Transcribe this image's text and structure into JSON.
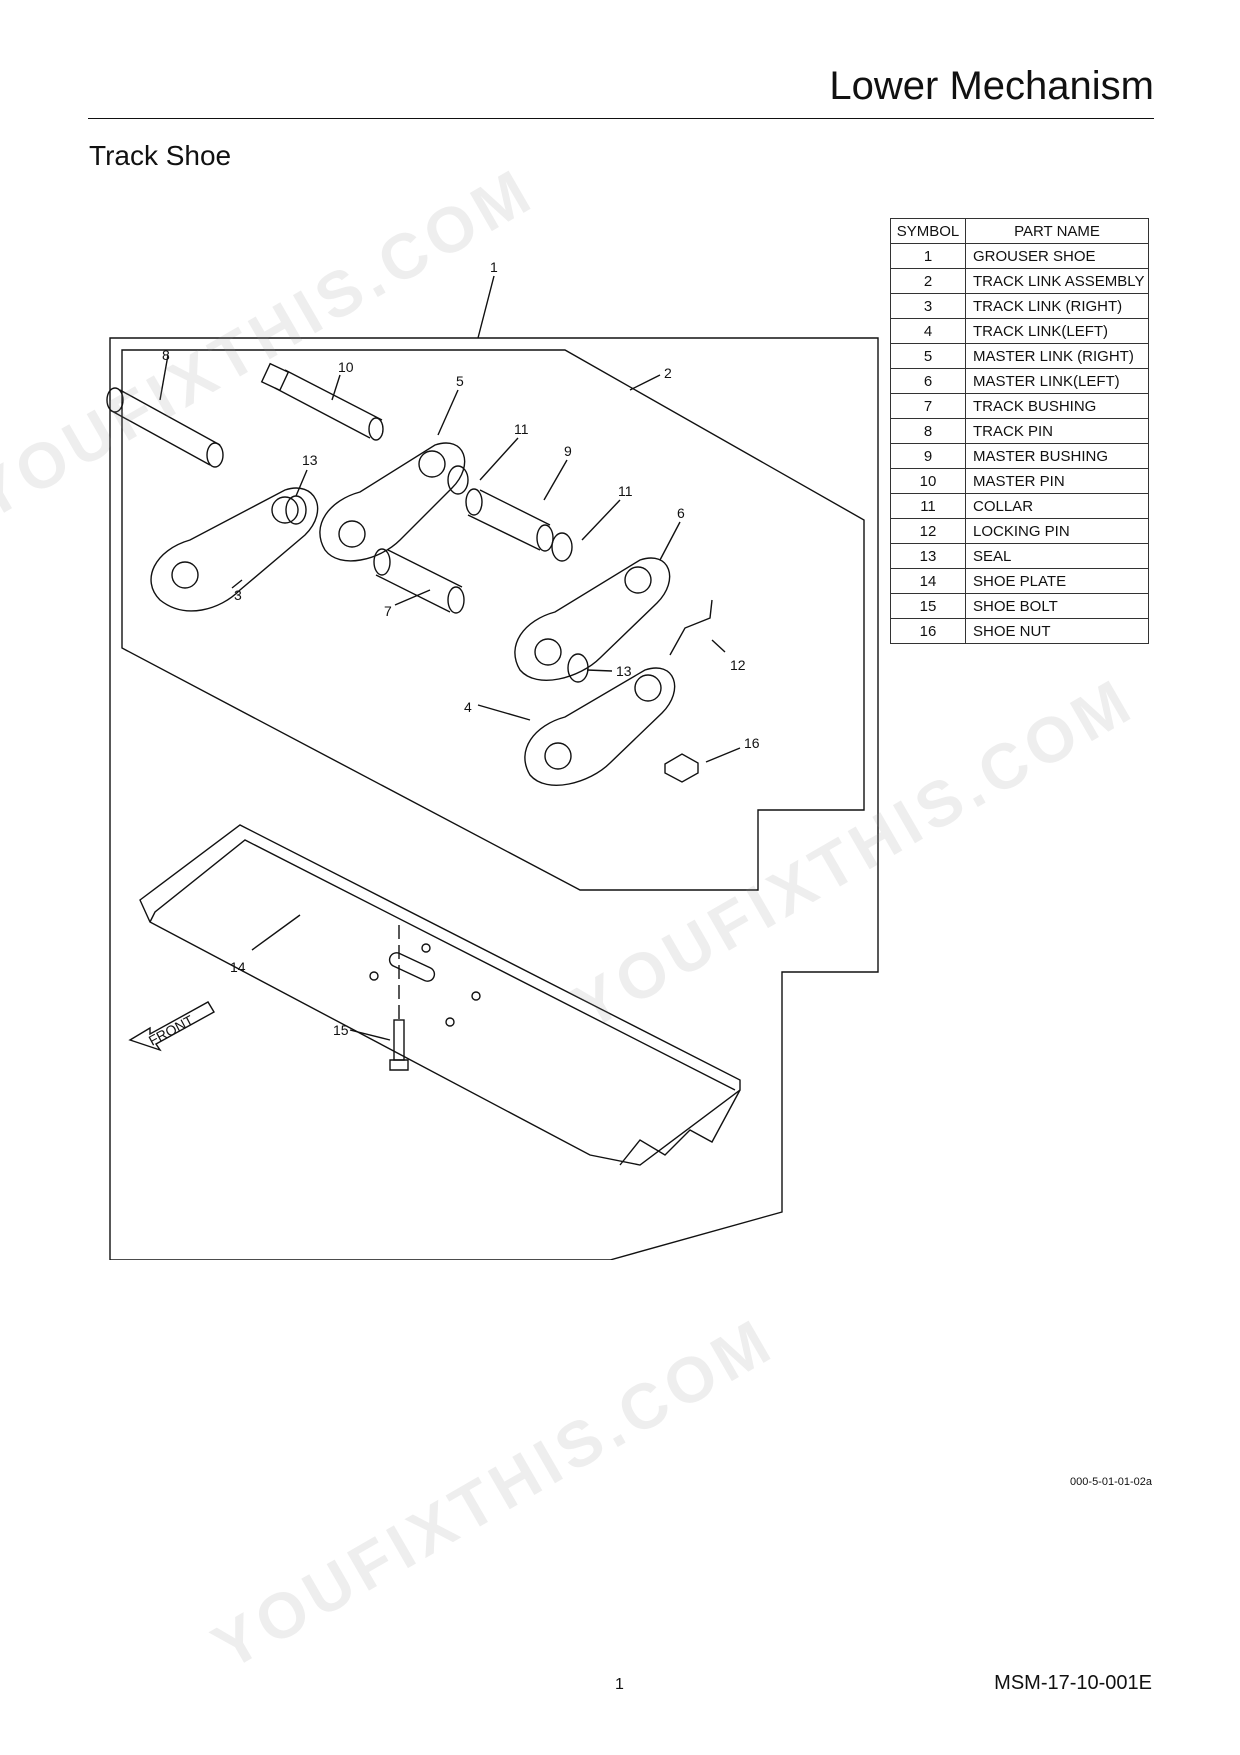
{
  "header": {
    "title": "Lower Mechanism"
  },
  "section": {
    "title": "Track Shoe"
  },
  "parts_table": {
    "headers": {
      "symbol": "SYMBOL",
      "part_name": "PART NAME"
    },
    "rows": [
      {
        "symbol": "1",
        "name": "GROUSER SHOE"
      },
      {
        "symbol": "2",
        "name": "TRACK LINK ASSEMBLY"
      },
      {
        "symbol": "3",
        "name": "TRACK LINK (RIGHT)"
      },
      {
        "symbol": "4",
        "name": "TRACK LINK(LEFT)"
      },
      {
        "symbol": "5",
        "name": "MASTER LINK (RIGHT)"
      },
      {
        "symbol": "6",
        "name": "MASTER LINK(LEFT)"
      },
      {
        "symbol": "7",
        "name": "TRACK BUSHING"
      },
      {
        "symbol": "8",
        "name": "TRACK PIN"
      },
      {
        "symbol": "9",
        "name": "MASTER BUSHING"
      },
      {
        "symbol": "10",
        "name": "MASTER PIN"
      },
      {
        "symbol": "11",
        "name": "COLLAR"
      },
      {
        "symbol": "12",
        "name": "LOCKING PIN"
      },
      {
        "symbol": "13",
        "name": "SEAL"
      },
      {
        "symbol": "14",
        "name": "SHOE PLATE"
      },
      {
        "symbol": "15",
        "name": "SHOE BOLT"
      },
      {
        "symbol": "16",
        "name": "SHOE NUT"
      }
    ]
  },
  "diagram": {
    "callouts": {
      "c1": "1",
      "c2": "2",
      "c3": "3",
      "c4": "4",
      "c5": "5",
      "c6": "6",
      "c7": "7",
      "c8": "8",
      "c9": "9",
      "c10": "10",
      "c11a": "11",
      "c11b": "11",
      "c12": "12",
      "c13a": "13",
      "c13b": "13",
      "c14": "14",
      "c15": "15",
      "c16": "16"
    },
    "front_label": "FRONT"
  },
  "figure_code": "000-5-01-01-02a",
  "footer": {
    "page_number": "1",
    "doc_code": "MSM-17-10-001E"
  },
  "watermark": "YOUFIXTHIS.COM"
}
